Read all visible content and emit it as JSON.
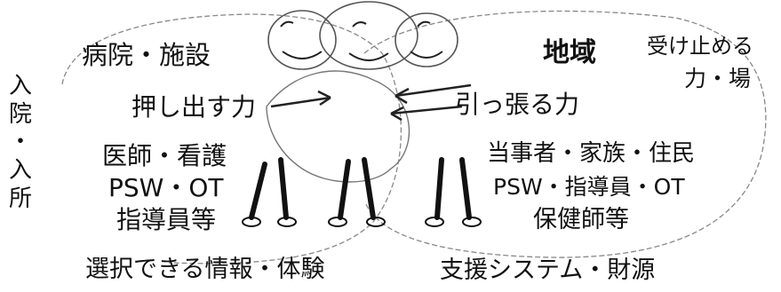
{
  "diagram": {
    "left_side": {
      "title": "病院・施設",
      "push_label": "押し出す力",
      "staff": [
        "医師・看護",
        "PSW・OT",
        "指導員等"
      ],
      "bottom": "選択できる情報・体験"
    },
    "right_side": {
      "title": "地域",
      "receive_label": [
        "受け止める",
        "力・場"
      ],
      "pull_label": "引っ張る力",
      "people": [
        "当事者・家族・住民",
        "PSW・指導員・OT",
        "保健師等"
      ],
      "bottom": "支援システム・財源"
    },
    "vertical_label": [
      "入",
      "院",
      "・",
      "入",
      "所"
    ],
    "colors": {
      "line": "#222222",
      "text": "#111111",
      "background": "#ffffff"
    }
  }
}
